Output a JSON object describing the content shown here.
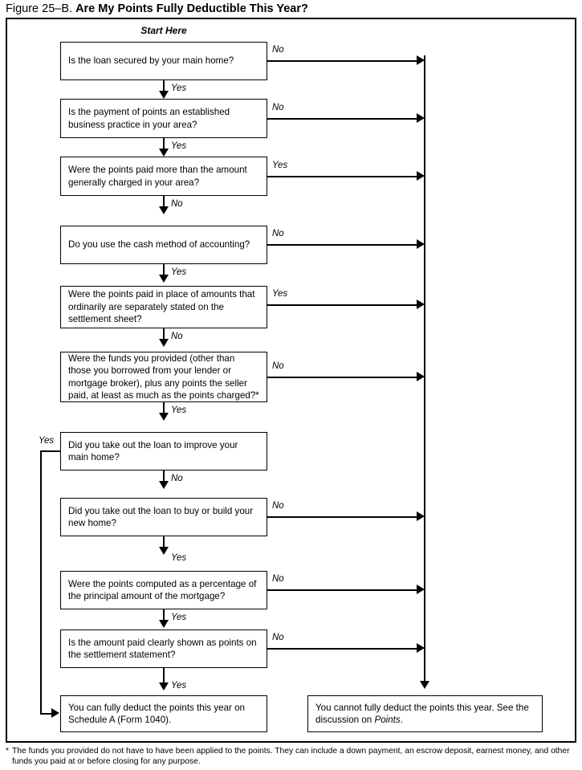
{
  "figure": {
    "number": "Figure 25–B.",
    "title": "Are My Points Fully Deductible This Year?",
    "start_label": "Start Here"
  },
  "nodes": [
    {
      "id": "q1",
      "text": "Is the loan secured by your main home?",
      "exit_label": "No",
      "down_label": "Yes"
    },
    {
      "id": "q2",
      "text": "Is the payment of points an established business practice in your area?",
      "exit_label": "No",
      "down_label": "Yes"
    },
    {
      "id": "q3",
      "text": "Were the points paid more than the amount generally charged in your area?",
      "exit_label": "Yes",
      "down_label": "No"
    },
    {
      "id": "q4",
      "text": "Do you use the cash method of accounting?",
      "exit_label": "No",
      "down_label": "Yes"
    },
    {
      "id": "q5",
      "text": "Were the points paid in place of amounts that ordinarily are separately stated on the settlement sheet?",
      "exit_label": "Yes",
      "down_label": "No"
    },
    {
      "id": "q6",
      "text": "Were the funds you provided (other than those you borrowed from your lender or mortgage broker), plus any points the seller paid, at least as much as the points charged?*",
      "exit_label": "No",
      "down_label": "Yes"
    },
    {
      "id": "q7",
      "text": "Did you take out the loan to improve your main home?",
      "exit_label": "Yes",
      "down_label": "No"
    },
    {
      "id": "q8",
      "text": "Did you take out the loan to buy or build your new home?",
      "exit_label": "No",
      "down_label": "Yes"
    },
    {
      "id": "q9",
      "text": "Were the points computed as a percentage of the principal amount of the mortgage?",
      "exit_label": "No",
      "down_label": "Yes"
    },
    {
      "id": "q10",
      "text": "Is the amount paid clearly shown as points on the settlement statement?",
      "exit_label": "No",
      "down_label": "Yes"
    }
  ],
  "outcomes": {
    "deductible": "You can fully deduct the points this year on Schedule A (Form 1040).",
    "not_deductible_part1": "You cannot fully deduct the points this year. See the discussion on ",
    "not_deductible_italic": "Points",
    "not_deductible_end": "."
  },
  "footnote": {
    "marker": "*",
    "text": "The funds you provided do not have to have been applied to the points. They can include a down payment, an escrow deposit, earnest money, and other funds you paid at or before closing for any purpose."
  },
  "colors": {
    "ink": "#000000",
    "paper": "#ffffff"
  }
}
